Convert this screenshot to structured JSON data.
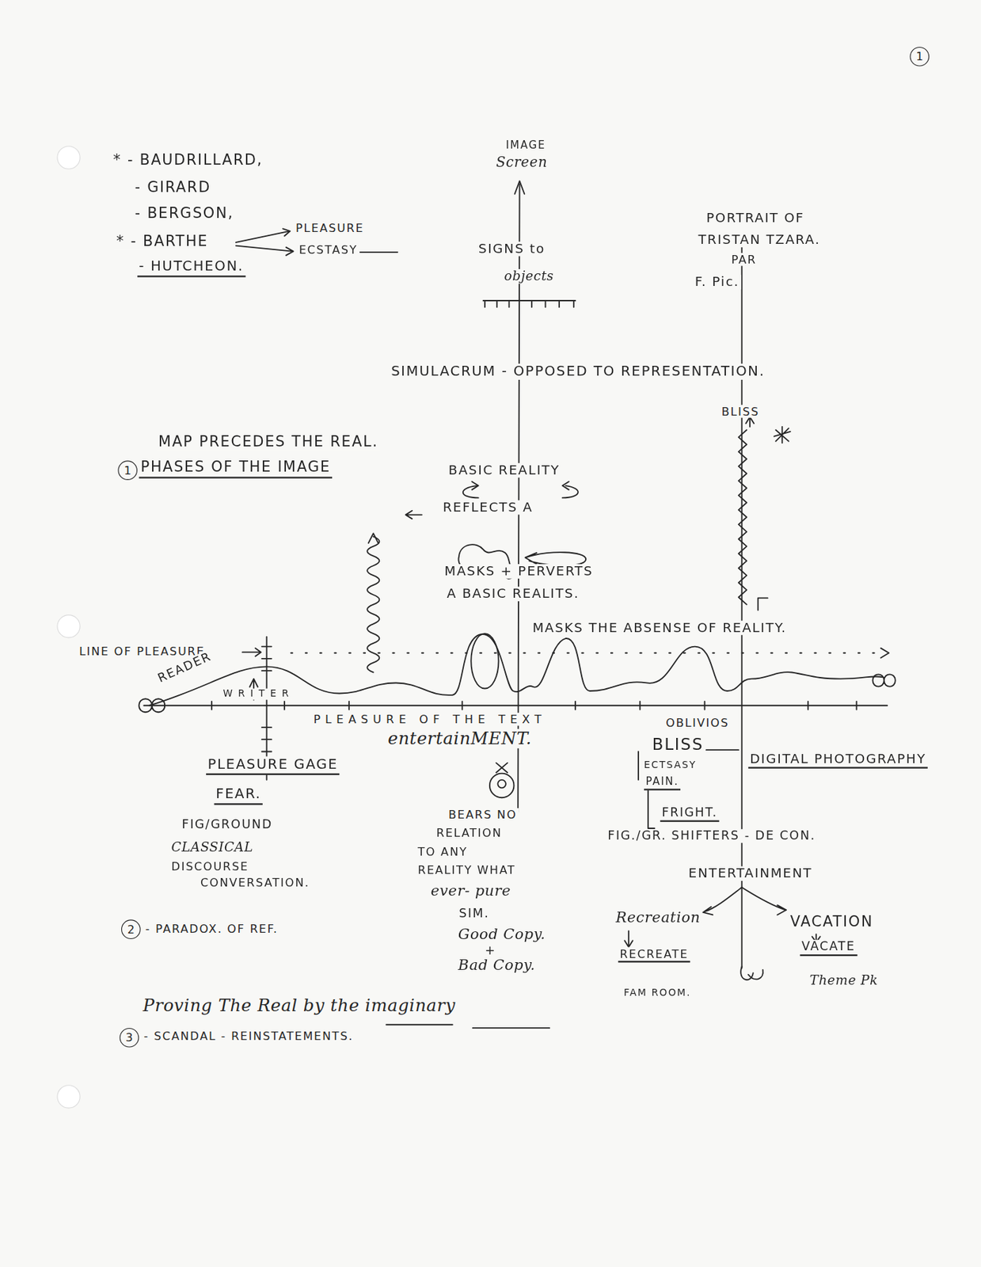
{
  "diagram": {
    "nodes": [
      {
        "text": [
          "1"
        ]
      },
      {
        "text": [
          "1"
        ]
      },
      {
        "text": [
          "2"
        ]
      },
      {
        "text": [
          "3"
        ]
      }
    ],
    "labels": [
      "* - BAUDRILLARD,",
      "- GIRARD",
      "- BERGSON,",
      "* - BARTHE",
      "PLEASURE",
      "ECSTASY",
      "- HUTCHEON.",
      "IMAGE",
      "Screen",
      "SIGNS to",
      "objects",
      "PORTRAIT OF",
      "TRISTAN TZARA.",
      "PAR",
      "F. Pic.",
      "SIMULACRUM - OPPOSED TO REPRESENTATION.",
      "BLISS",
      "MAP PRECEDES THE REAL.",
      "PHASES OF THE IMAGE",
      "BASIC REALITY",
      "REFLECTS A",
      "MASKS + PERVERTS",
      "A BASIC REALITS.",
      "MASKS THE ABSENSE OF REALITY.",
      "LINE OF PLEASURE",
      "READER",
      "W R I T E R",
      "PLEASURE OF THE TEXT",
      "entertainMENT.",
      "OBLIVIOS",
      "BLISS",
      "DIGITAL PHOTOGRAPHY",
      "ECTSASY",
      "PAIN.",
      "FRIGHT.",
      "FIG./GR. SHIFTERS - DE CON.",
      "PLEASURE GAGE",
      "FEAR.",
      "FIG/GROUND",
      "CLASSICAL",
      "DISCOURSE",
      "CONVERSATION.",
      "- PARADOX. OF REF.",
      "BEARS NO",
      "RELATION",
      "TO ANY",
      "REALITY WHAT",
      "ever- pure",
      "SIM.",
      "Good Copy.",
      "+",
      "Bad Copy.",
      "ENTERTAINMENT",
      "Recreation",
      "RECREATE",
      "FAM ROOM.",
      "VACATION",
      "VACATE",
      "Theme Pk",
      "Proving The Real by the imaginary",
      "- SCANDAL - REINSTATEMENTS."
    ]
  }
}
